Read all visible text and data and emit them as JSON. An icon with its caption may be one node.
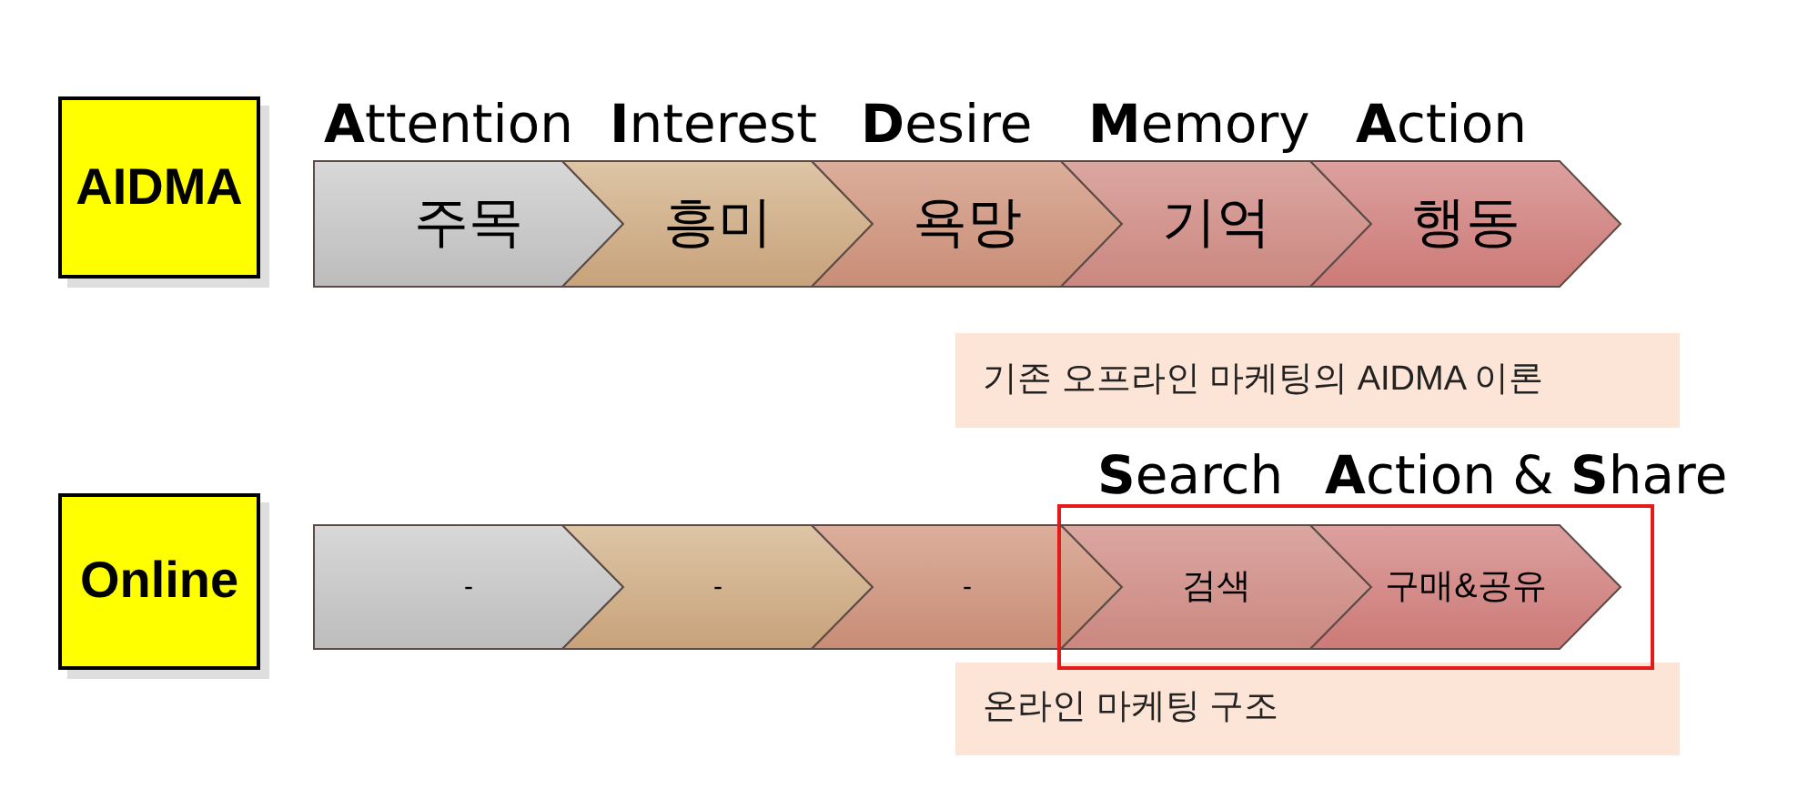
{
  "diagram": {
    "nodes": [
      {
        "text": [
          "AIDMA"
        ]
      },
      {
        "text": [
          "주목"
        ],
        "beside": [
          "**A**ttention"
        ]
      },
      {
        "text": [
          "흥미"
        ],
        "beside": [
          "**I**nterest"
        ]
      },
      {
        "text": [
          "욕망"
        ],
        "beside": [
          "**D**esire"
        ]
      },
      {
        "text": [
          "기억"
        ],
        "beside": [
          "**M**emory"
        ]
      },
      {
        "text": [
          "행동"
        ],
        "beside": [
          "**A**ction"
        ]
      },
      {
        "text": [
          "기존 오프라인 마케팅의 AIDMA 이론"
        ]
      },
      {
        "text": [
          "Online"
        ]
      },
      {
        "text": [
          "-"
        ]
      },
      {
        "text": [
          "-"
        ]
      },
      {
        "text": [
          "-"
        ]
      },
      {
        "text": [],
        "shape": "box"
      },
      {
        "text": [
          "검색"
        ],
        "in": 11,
        "beside": [
          "**S**earch"
        ]
      },
      {
        "text": [
          "구매&공유"
        ],
        "in": 11,
        "beside": [
          "**A**ction & **S**hare"
        ]
      },
      {
        "text": [
          "온라인 마케팅 구조"
        ]
      }
    ]
  }
}
